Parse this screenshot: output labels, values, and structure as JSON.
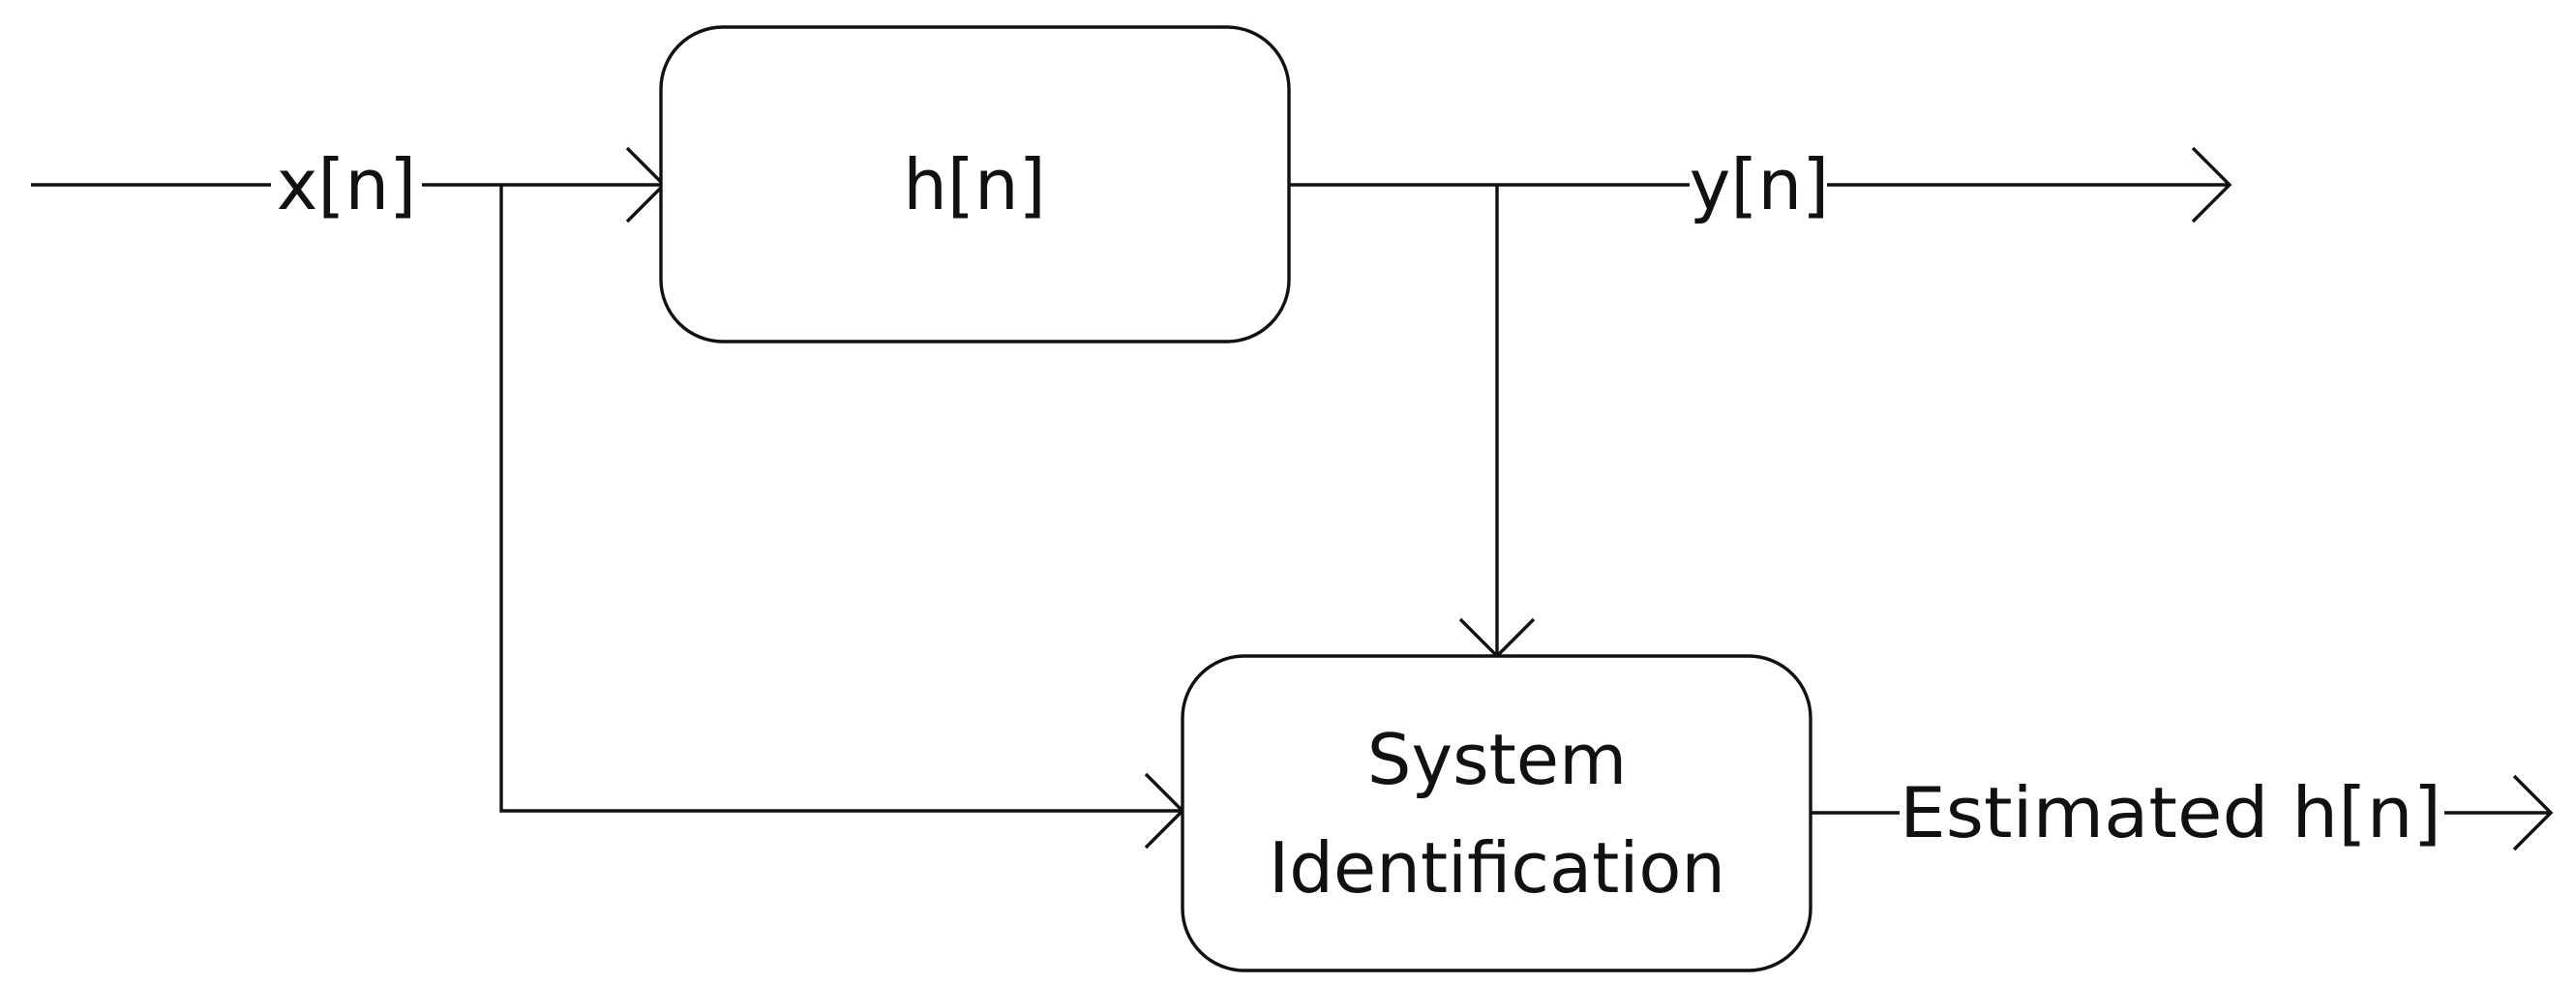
{
  "diagram": {
    "input_signal": "x[n]",
    "system_block": "h[n]",
    "output_signal": "y[n]",
    "identification_block": {
      "line1": "System",
      "line2": "Identification"
    },
    "estimate_output": "Estimated h[n]"
  }
}
